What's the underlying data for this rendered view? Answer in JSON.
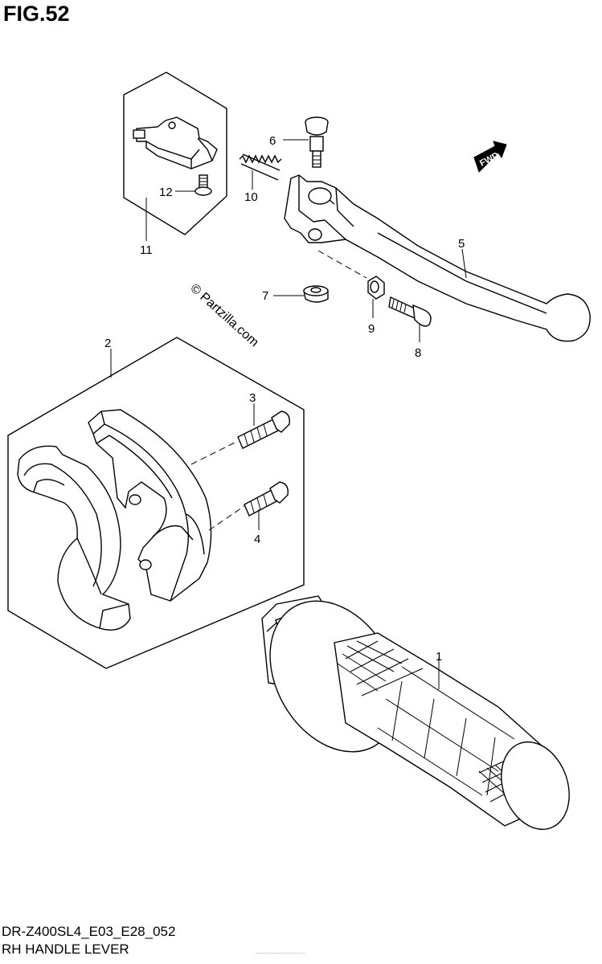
{
  "figure": {
    "title": "FIG.52"
  },
  "parts": [
    {
      "number": "1"
    },
    {
      "number": "2"
    },
    {
      "number": "3"
    },
    {
      "number": "4"
    },
    {
      "number": "5"
    },
    {
      "number": "6"
    },
    {
      "number": "7"
    },
    {
      "number": "8"
    },
    {
      "number": "9"
    },
    {
      "number": "10"
    },
    {
      "number": "11"
    },
    {
      "number": "12"
    }
  ],
  "forward_marker": {
    "text": "FWD"
  },
  "watermark": {
    "text": "© Partzilla.com"
  },
  "footer": {
    "model_code": "DR-Z400SL4_E03_E28_052",
    "section_name": "RH HANDLE LEVER",
    "small_text": "............................"
  }
}
